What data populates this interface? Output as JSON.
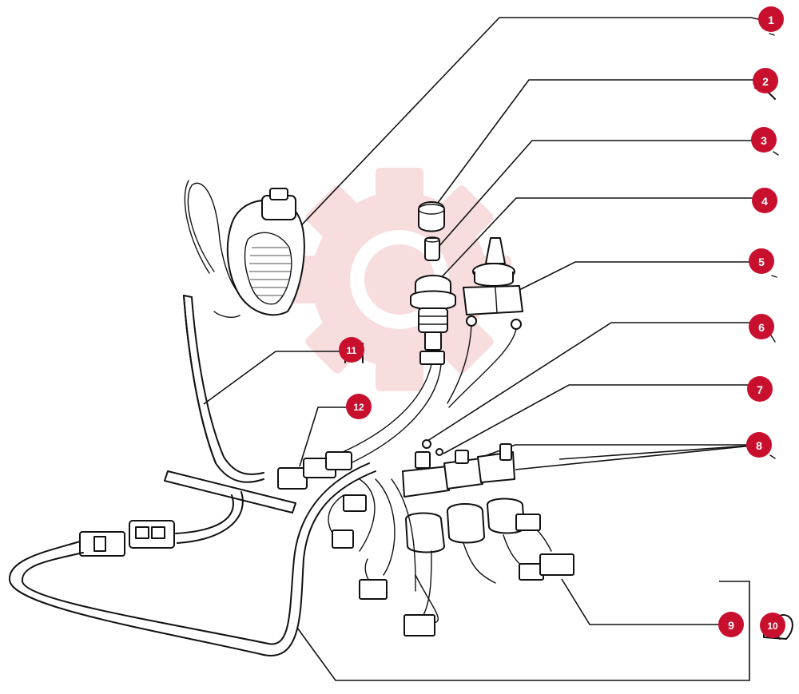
{
  "diagram": {
    "watermark_color": "#f3c2c4",
    "marker_color": "#c8102e",
    "ink_color": "#111111",
    "callouts": [
      {
        "id": "1",
        "label": "1"
      },
      {
        "id": "2",
        "label": "2"
      },
      {
        "id": "3",
        "label": "3"
      },
      {
        "id": "4",
        "label": "4"
      },
      {
        "id": "5",
        "label": "5"
      },
      {
        "id": "6",
        "label": "6"
      },
      {
        "id": "7",
        "label": "7"
      },
      {
        "id": "8",
        "label": "8"
      },
      {
        "id": "9",
        "label": "9"
      },
      {
        "id": "10",
        "label": "10"
      },
      {
        "id": "11",
        "label": "11"
      },
      {
        "id": "12",
        "label": "12"
      }
    ]
  }
}
